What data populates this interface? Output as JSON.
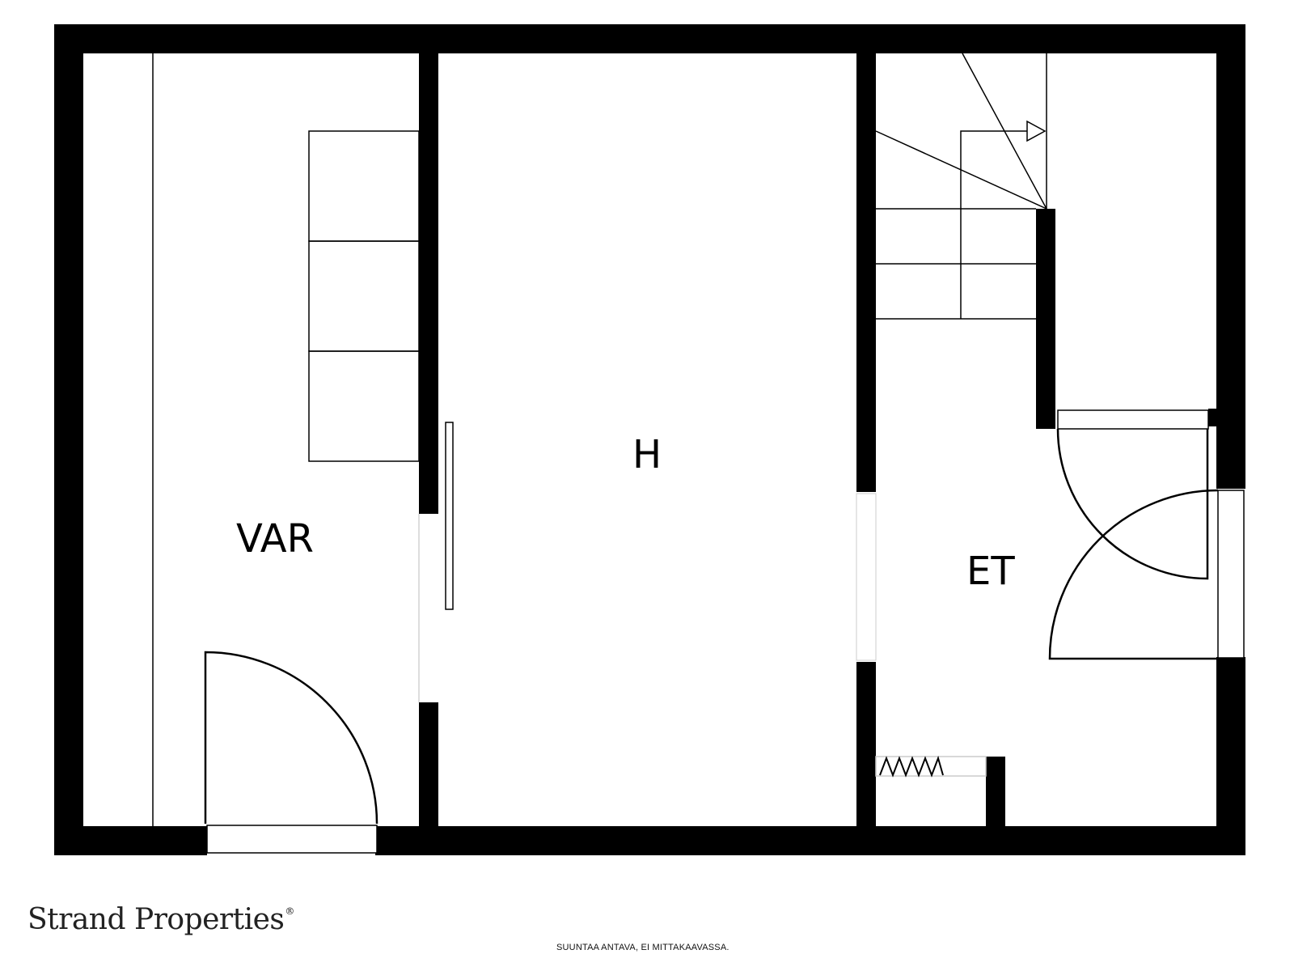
{
  "rooms": {
    "var": "VAR",
    "h": "H",
    "et": "ET"
  },
  "footer": {
    "brand": "Strand Properties",
    "registered_mark": "®",
    "disclaimer": "SUUNTAA ANTAVA, EI MITTAKAAVASSA."
  },
  "colors": {
    "wall": "#000000",
    "background": "#ffffff"
  }
}
